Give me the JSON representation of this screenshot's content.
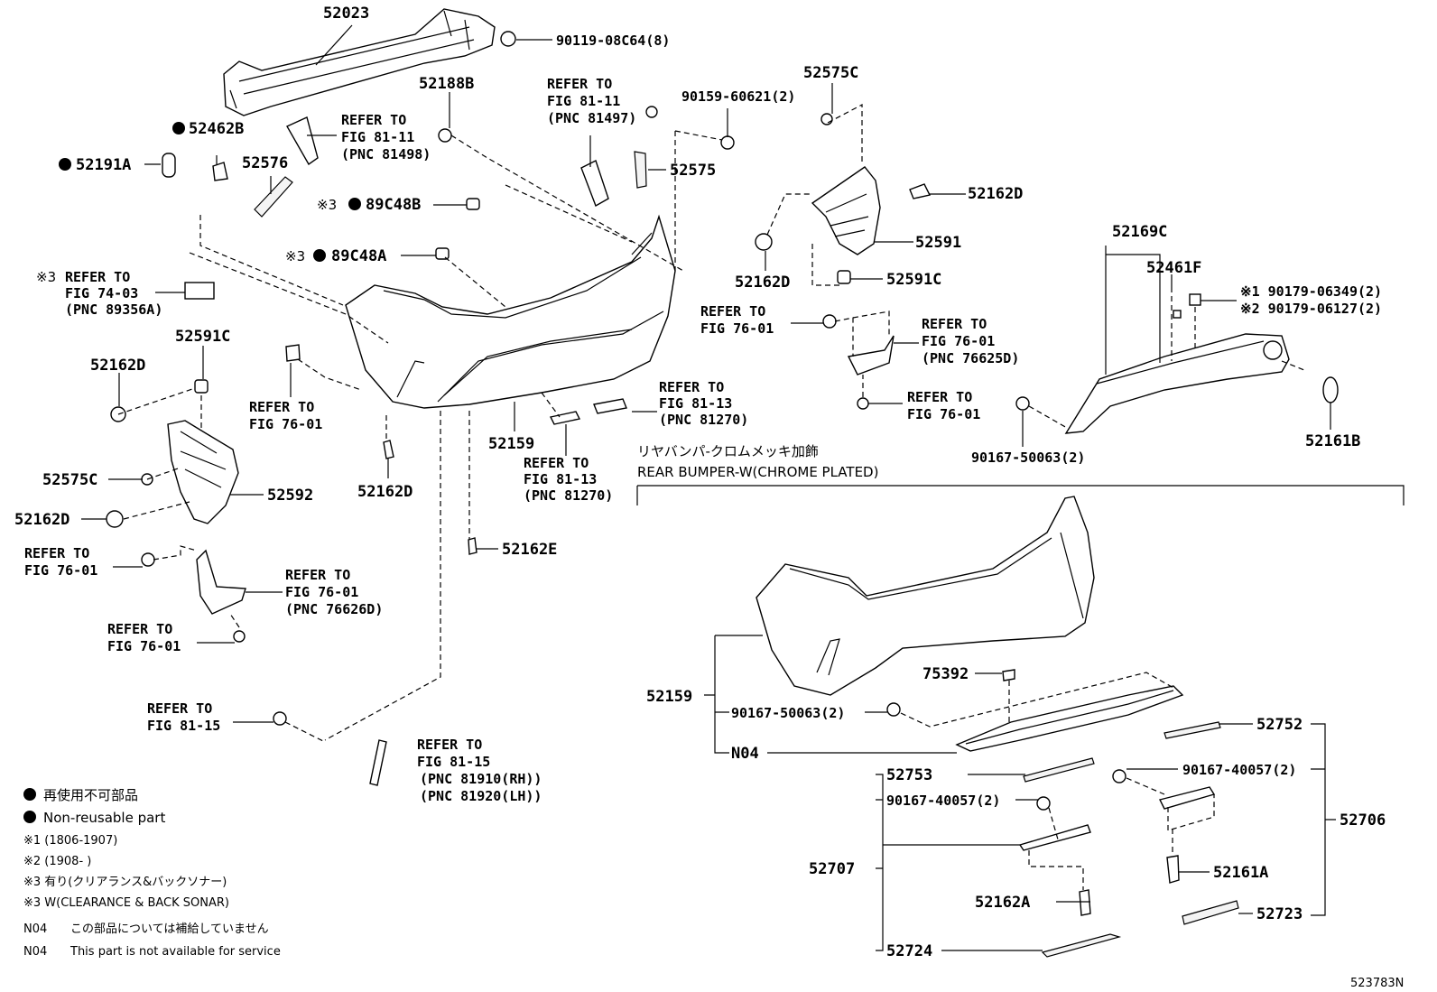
{
  "diagram_id": "523783N",
  "section_title_jp": "リヤバンパ-クロムメッキ加飾",
  "section_title_en": "REAR BUMPER-W(CHROME PLATED)",
  "labels": {
    "p52023": "52023",
    "p90119": "90119-08C64(8)",
    "p52188B": "52188B",
    "p52462B": "52462B",
    "p52191A": "52191A",
    "p52576": "52576",
    "ref_81498": [
      "REFER TO",
      "FIG 81-11",
      "(PNC 81498)"
    ],
    "ref_81497": [
      "REFER TO",
      "FIG 81-11",
      "(PNC 81497)"
    ],
    "p52575": "52575",
    "p90159": "90159-60621(2)",
    "p52575C_top": "52575C",
    "p52162D_r1": "52162D",
    "p52591": "52591",
    "p52162D_r2": "52162D",
    "p52591C_r": "52591C",
    "p89C48B": "89C48B",
    "p89C48A": "89C48A",
    "mark3": "※3",
    "ref_89356A": [
      "REFER TO",
      "FIG 74-03",
      "(PNC 89356A)"
    ],
    "ref_89356A_mark": "※3",
    "p52591C_l": "52591C",
    "p52162D_l1": "52162D",
    "ref_7601_a": [
      "REFER TO",
      "FIG 76-01"
    ],
    "p52162D_c": "52162D",
    "p52159_top": "52159",
    "ref_81270_a": [
      "REFER TO",
      "FIG 81-13",
      "(PNC 81270)"
    ],
    "ref_81270_b": [
      "REFER TO",
      "FIG 81-13",
      "(PNC 81270)"
    ],
    "p52575C_l": "52575C",
    "p52592": "52592",
    "p52162D_l2": "52162D",
    "p52162E": "52162E",
    "ref_7601_b": [
      "REFER TO",
      "FIG 76-01"
    ],
    "ref_76626D": [
      "REFER TO",
      "FIG 76-01",
      "(PNC 76626D)"
    ],
    "ref_7601_c": [
      "REFER TO",
      "FIG 76-01"
    ],
    "ref_8115_a": [
      "REFER TO",
      "FIG 81-15"
    ],
    "ref_8115_b": [
      "REFER TO",
      "FIG 81-15",
      "(PNC 81910(RH))",
      "(PNC 81920(LH))"
    ],
    "ref_7601_r1": [
      "REFER TO",
      "FIG 76-01"
    ],
    "ref_76625D": [
      "REFER TO",
      "FIG 76-01",
      "(PNC 76625D)"
    ],
    "ref_7601_r2": [
      "REFER TO",
      "FIG 76-01"
    ],
    "p90167_50063_r": "90167-50063(2)",
    "p52169C": "52169C",
    "p52461F": "52461F",
    "p90179_06349": "※1 90179-06349(2)",
    "p90179_06127": "※2 90179-06127(2)",
    "p52161B": "52161B",
    "p52159_b": "52159",
    "p75392": "75392",
    "p90167_50063_b": "90167-50063(2)",
    "pN04": "N04",
    "p52752": "52752",
    "p52753": "52753",
    "p90167_40057_a": "90167-40057(2)",
    "p90167_40057_b": "90167-40057(2)",
    "p52706": "52706",
    "p52707": "52707",
    "p52161A": "52161A",
    "p52162A": "52162A",
    "p52723": "52723",
    "p52724": "52724"
  },
  "legend": {
    "nonreuse_jp": "再使用不可部品",
    "nonreuse_en": "Non-reusable part",
    "note1": "※1 (1806-1907)",
    "note2": "※2 (1908-       )",
    "note3_jp": "※3 有り(クリアランス&バックソナー)",
    "note3_en": "※3 W(CLEARANCE & BACK SONAR)",
    "n04_code": "N04",
    "n04_jp": "この部品については補給していません",
    "n04_en": "This part is not available for service"
  }
}
